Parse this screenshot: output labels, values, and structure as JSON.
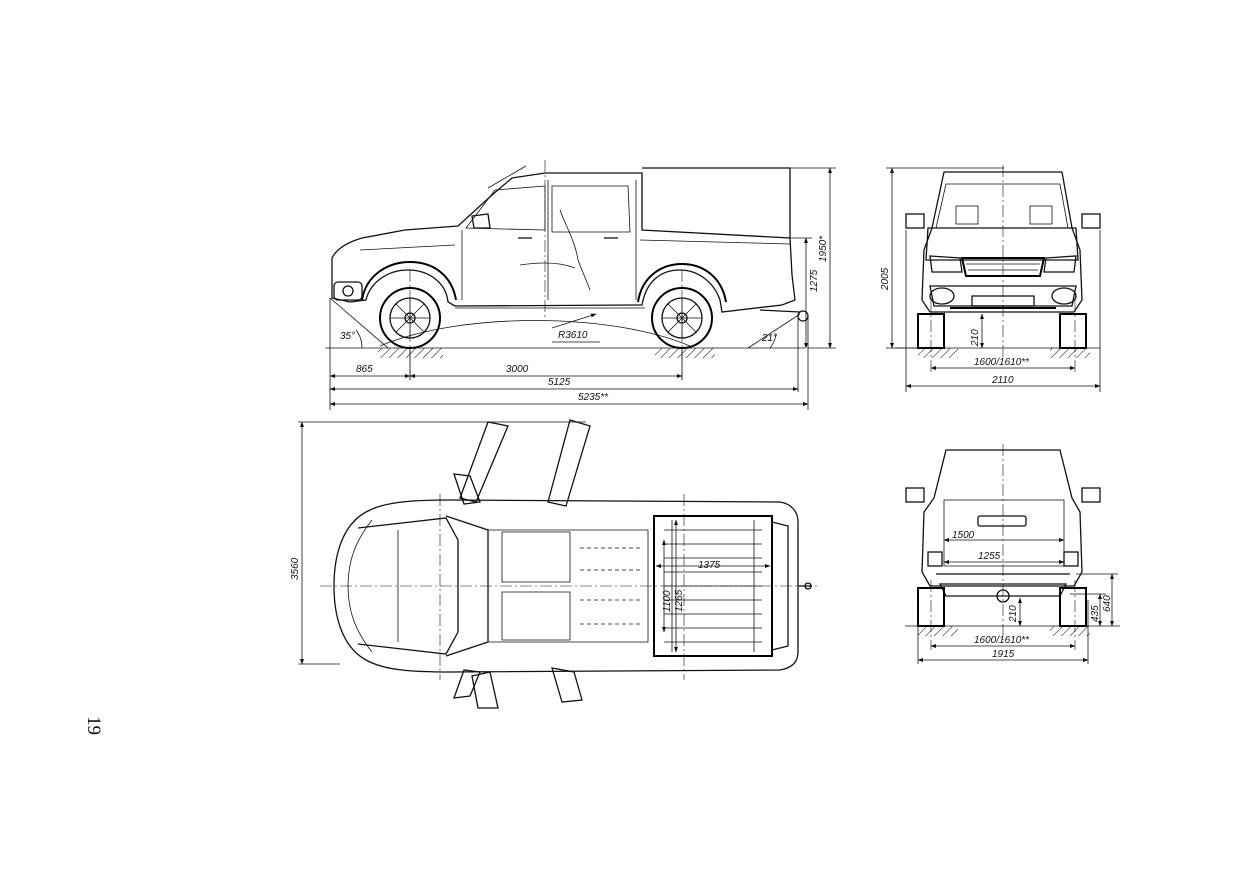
{
  "page": {
    "number": "19"
  },
  "side_view": {
    "dims": {
      "r": "R3610",
      "approach": "35°",
      "departure": "21°",
      "front_overhang": "865",
      "wheelbase": "3000",
      "length_body": "5125",
      "length_total": "5235**",
      "height_canopy": "1950*",
      "height_cab": "1275"
    }
  },
  "front_view": {
    "dims": {
      "height": "2005",
      "clearance": "210",
      "track": "1600/1610**",
      "width": "2110"
    }
  },
  "top_view": {
    "dims": {
      "width": "3560",
      "bed_length": "1375",
      "bed_w1": "1100",
      "bed_w2": "1265"
    }
  },
  "rear_view": {
    "dims": {
      "bed_top": "1500",
      "bed_bottom": "1255",
      "clearance": "210",
      "h_low": "435",
      "h_high": "640",
      "track": "1600/1610**",
      "width": "1915"
    }
  }
}
